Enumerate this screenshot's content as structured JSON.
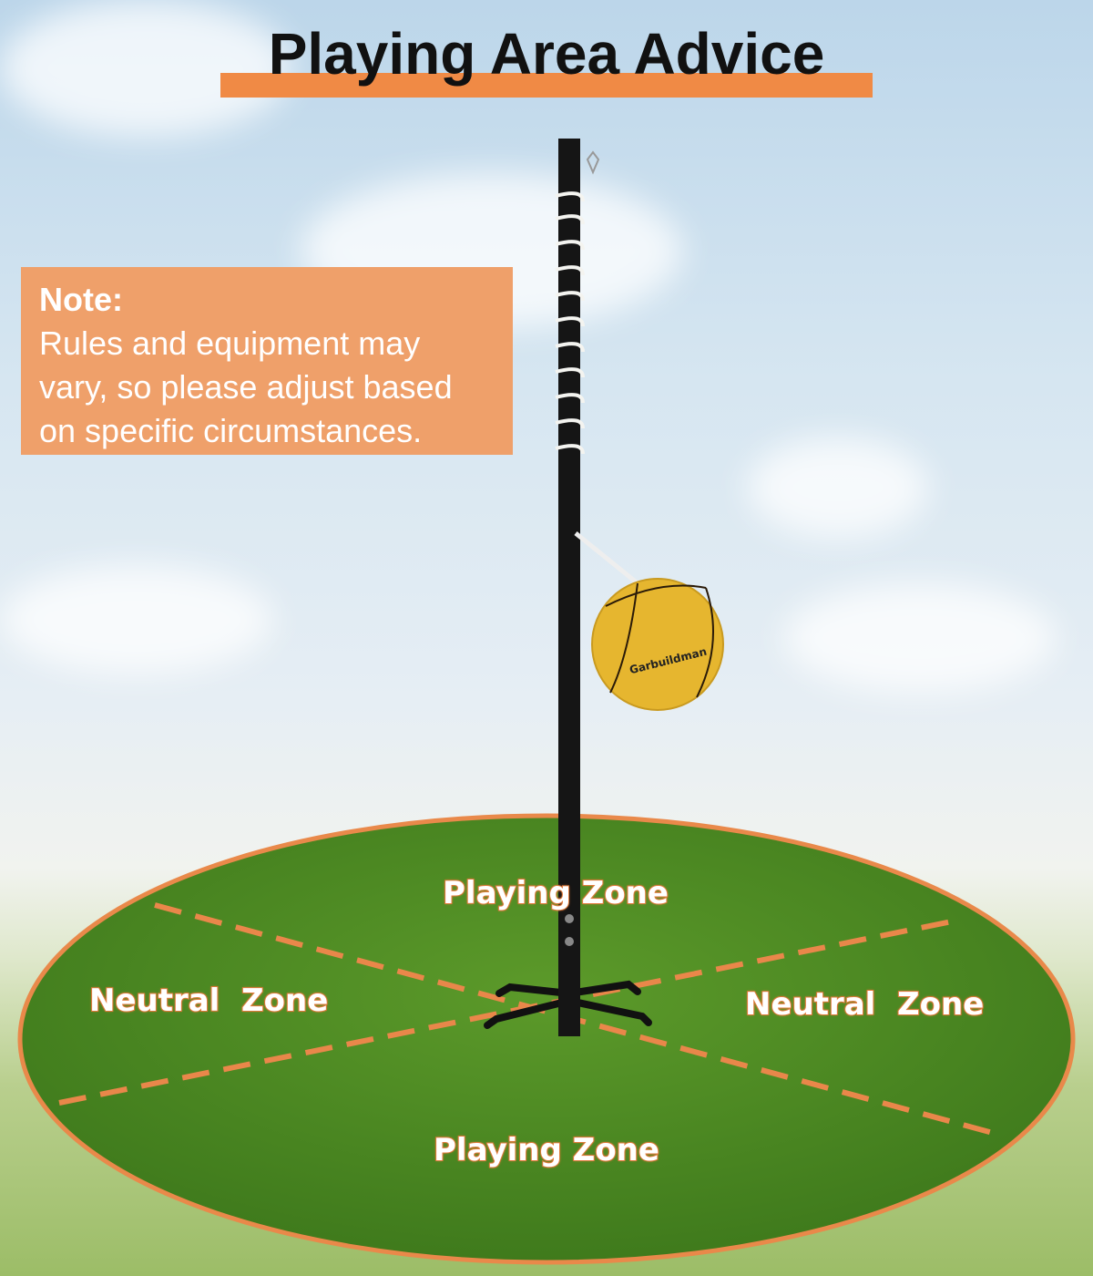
{
  "title": "Playing Area Advice",
  "note": {
    "heading": "Note:",
    "lines": [
      "Rules and equipment may",
      "vary, so please adjust based",
      "on specific circumstances."
    ]
  },
  "zones": {
    "top": "Playing Zone",
    "bottom": "Playing Zone",
    "left": "Neutral  Zone",
    "right": "Neutral  Zone"
  },
  "ball_brand": "Garbuildman",
  "colors": {
    "accent": "#f08a45",
    "note_bg": "#efa06a",
    "grass": "#4e8a22"
  }
}
